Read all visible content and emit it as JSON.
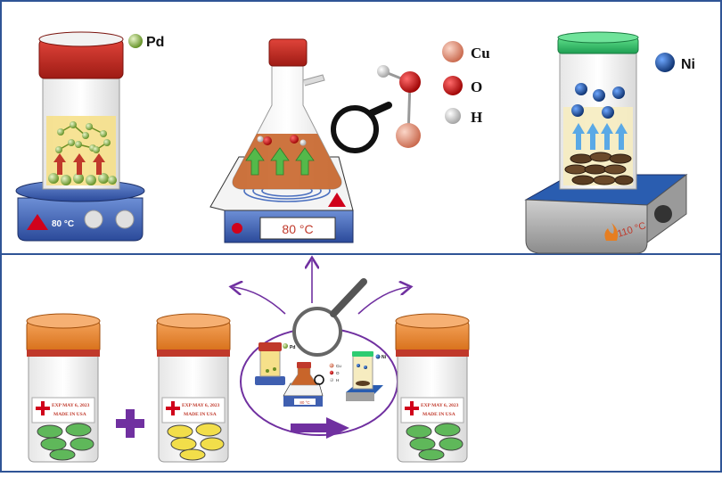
{
  "colors": {
    "frame": "#2f5496",
    "arrow": "#7030a0",
    "cap_red": "#c0392b",
    "cap_orange": "#e67e22",
    "cap_green": "#2ecc71",
    "pd": "#8bc34a",
    "cu": "#e0907a",
    "o": "#d0021b",
    "h": "#d9d9d9",
    "ni": "#1f4e99"
  },
  "panels": {
    "pd_vial": {
      "element_label": "Pd",
      "temperature": "80 °C"
    },
    "cu_flask": {
      "temperature": "80 °C"
    },
    "legend": {
      "cu": "Cu",
      "o": "O",
      "h": "H"
    },
    "ni_vial": {
      "element_label": "Ni",
      "temperature": "110 °C"
    }
  },
  "jars": {
    "label_line1": "EXP MAY 6, 2023",
    "label_line2": "MADE IN USA"
  },
  "mini_legend": {
    "pd": "Pd",
    "cu": "Cu",
    "o": "O",
    "h": "H",
    "ni": "Ni",
    "temperature": "80 °C"
  }
}
